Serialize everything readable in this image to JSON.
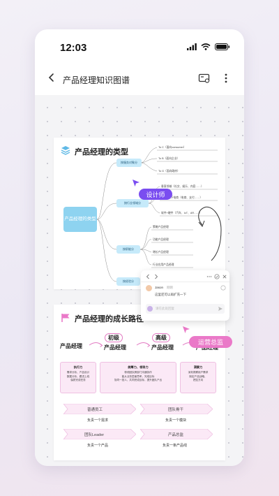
{
  "status": {
    "time": "12:03"
  },
  "nav": {
    "title": "产品经理知识图谱"
  },
  "colors": {
    "accent_purple": "#7a4df0",
    "accent_pink": "#ea79c8",
    "node_blue": "#8ed3f0",
    "node_light": "#c6eafa",
    "pink_fill": "#fbe9f6"
  },
  "icons": [
    "back-arrow-icon",
    "signal-icon",
    "wifi-icon",
    "battery-icon",
    "share-card-icon",
    "more-icon",
    "layers-icon",
    "flag-icon",
    "cursor-arrow-icon"
  ],
  "mindmap": {
    "title": "产品经理的类型",
    "root": "产品经理的类型",
    "branches": [
      {
        "label": "按服务对象分",
        "leaves": [
          "To C（面向consumer）",
          "To B（面向企业）",
          "To G（面向政府）"
        ]
      },
      {
        "label": "按行业领域分",
        "leaves": [
          "垂直领域（社交、娱乐、内容……）",
          "线上+线下电商（电商、支付……）",
          "软件+硬件（汽车、IoT、AR……）"
        ]
      },
      {
        "label": "按职能分",
        "leaves": [
          "策略产品经理",
          "功能产品经理",
          "增长产品经理",
          "行业应用产品经理"
        ]
      },
      {
        "label": "按经验分",
        "leaves": []
      }
    ],
    "designer_tag": "设计师"
  },
  "comment_popup": {
    "user": "Jason",
    "meta": "刚刚",
    "text": "这里还可以再扩充一下",
    "placeholder": "请在此处回复"
  },
  "growth": {
    "title": "产品经理的成长路径",
    "levels": [
      "产品经理",
      "初级",
      "产品经理",
      "高级",
      "产品经理",
      "产品经理"
    ],
    "ops_tag": "运营总监",
    "skills": [
      {
        "title": "执行力",
        "text": "需求分析、产品设计\n数据分析、跟进上线\n保质完成任务"
      },
      {
        "title": "统筹力、领导力",
        "text": "带领团队跨部门沟通协作\n能从业务层面思考，完成目标\n协同一批人、共同完成目标，提升团队产出"
      },
      {
        "title": "洞察力",
        "text": "深刻洞察用户需求\n制定产品战略、\n把控方向"
      }
    ],
    "stages": [
      {
        "label": "普通员工",
        "desc": "负责一个需求"
      },
      {
        "label": "团队骨干",
        "desc": "负责一个模块"
      },
      {
        "label": "团队Leader",
        "desc": "负责一个产品"
      },
      {
        "label": "产品总监",
        "desc": "负责一条产品线"
      }
    ]
  }
}
